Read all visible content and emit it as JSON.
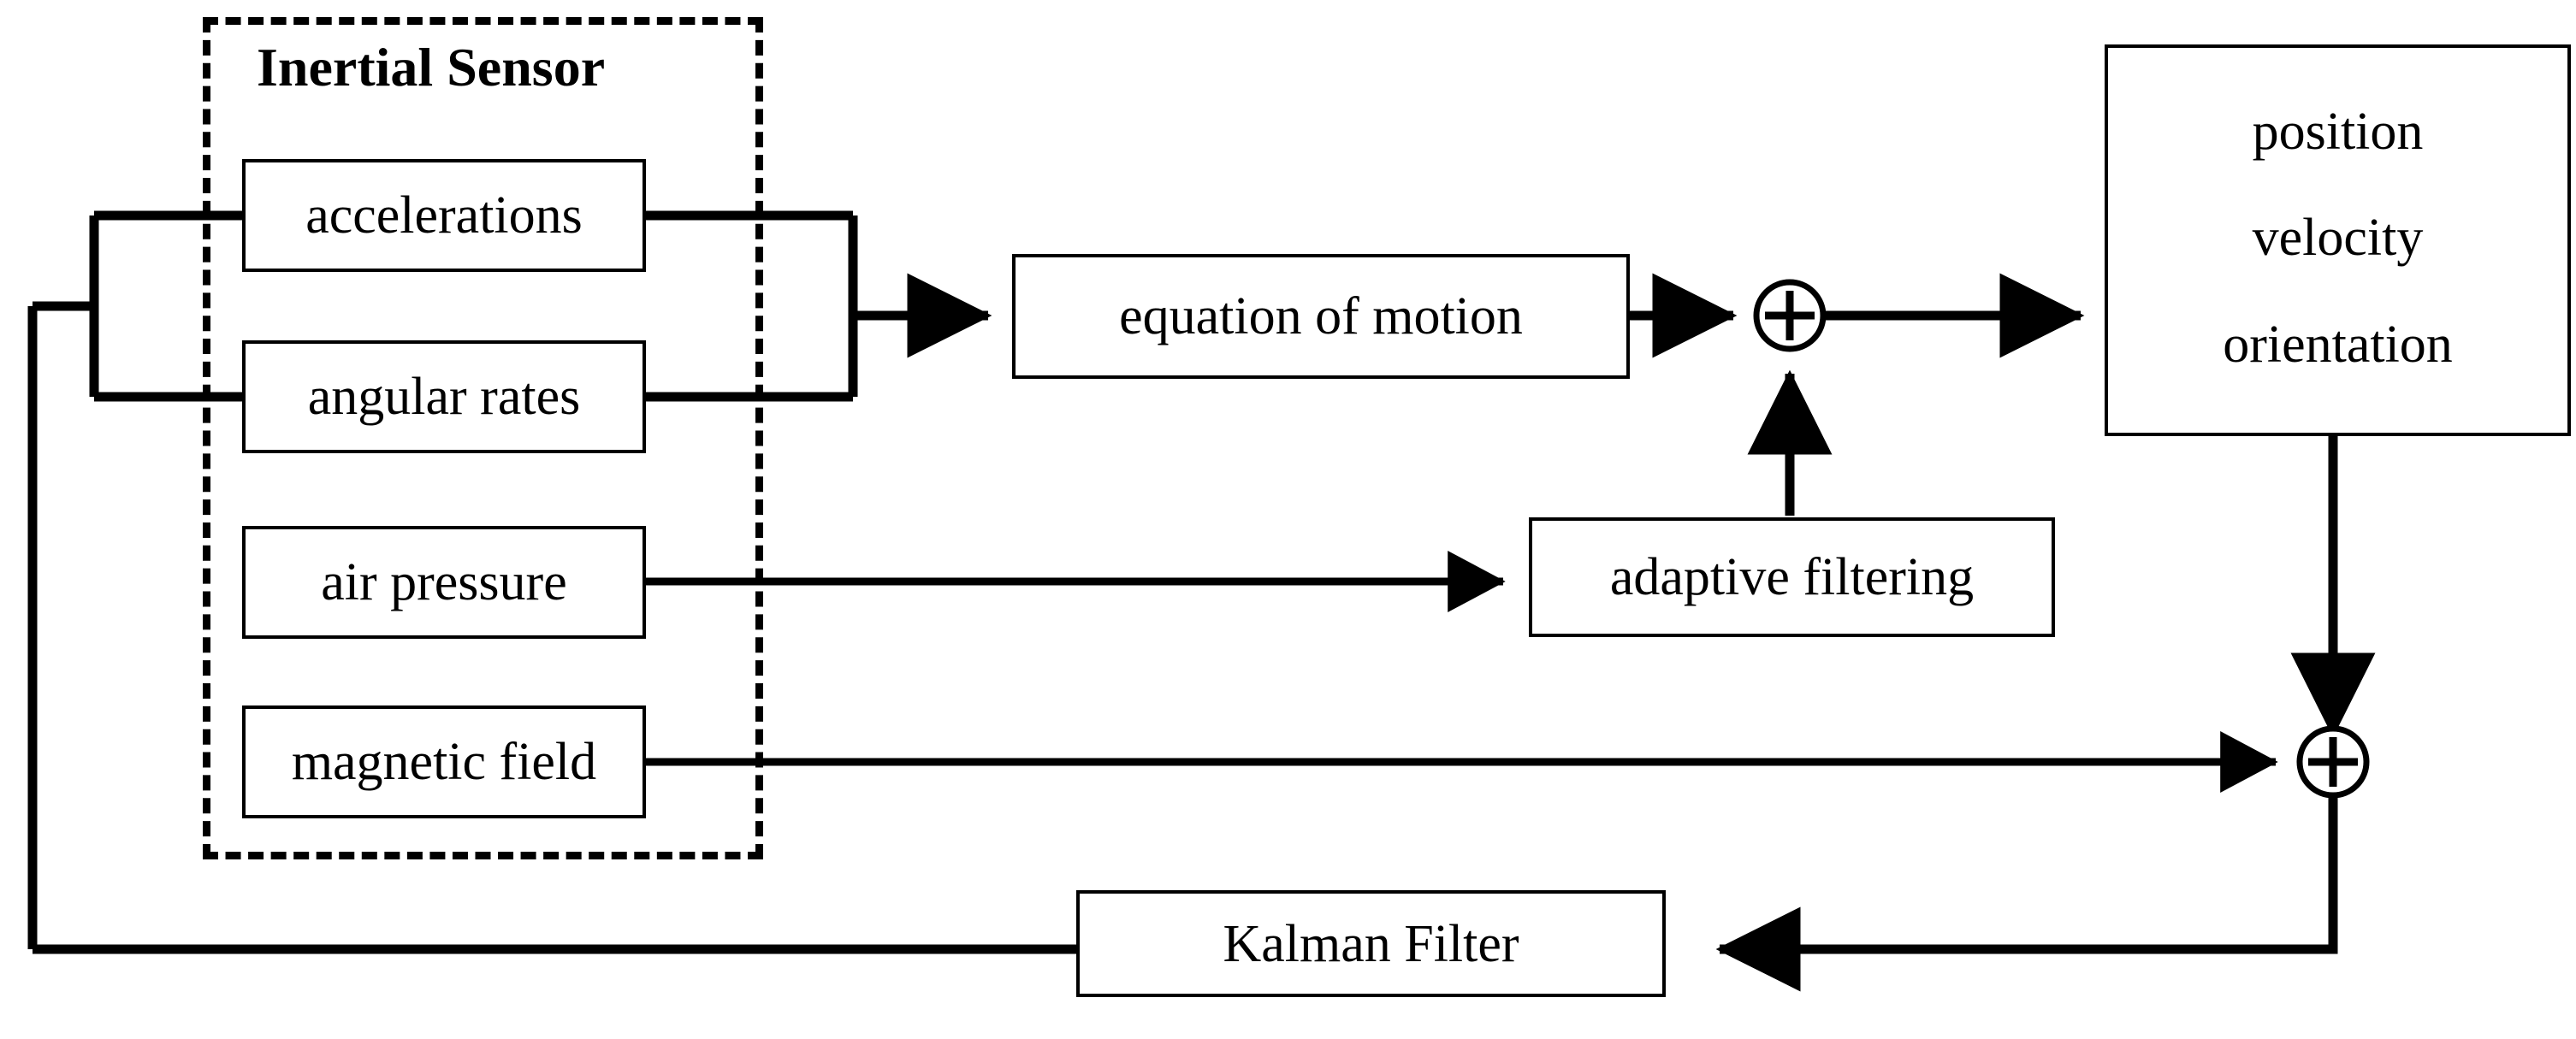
{
  "diagram": {
    "title_group": "Inertial Sensor",
    "sensors": [
      {
        "id": "accelerations",
        "label": "accelerations"
      },
      {
        "id": "angular-rates",
        "label": "angular rates"
      },
      {
        "id": "air-pressure",
        "label": "air pressure"
      },
      {
        "id": "magnetic-field",
        "label": "magnetic field"
      }
    ],
    "blocks": {
      "equation_of_motion": "equation of motion",
      "adaptive_filtering": "adaptive filtering",
      "kalman_filter": "Kalman Filter"
    },
    "output_states": [
      "position",
      "velocity",
      "orientation"
    ],
    "summing_junctions": [
      {
        "id": "sum-1",
        "symbol": "+"
      },
      {
        "id": "sum-2",
        "symbol": "+"
      }
    ],
    "colors": {
      "stroke": "#000000",
      "background": "#ffffff"
    }
  }
}
